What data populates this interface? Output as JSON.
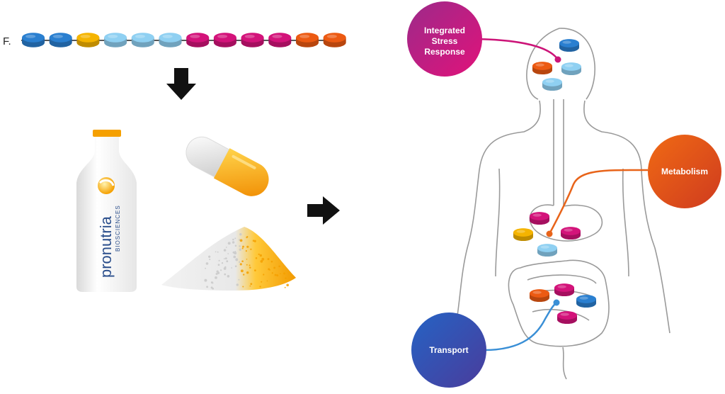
{
  "chain": {
    "label": "F.",
    "colors": [
      "#2a7fd0",
      "#2a7fd0",
      "#f5b400",
      "#8fd0f2",
      "#8fd0f2",
      "#8fd0f2",
      "#d3137a",
      "#d3137a",
      "#d3137a",
      "#d3137a",
      "#ec5a12",
      "#ec5a12"
    ]
  },
  "bottle": {
    "brand": "pronutria",
    "sub": "BIOSCIENCES"
  },
  "callouts": {
    "isr": {
      "line1": "Integrated",
      "line2": "Stress",
      "line3": "Response",
      "color": "#cc1478"
    },
    "metabolism": {
      "label": "Metabolism",
      "color": "#e4541b"
    },
    "transport": {
      "label": "Transport",
      "color": "#2f5ab0"
    }
  },
  "colors": {
    "blue": "#2a7fd0",
    "lightblue": "#8fd0f2",
    "yellow": "#f5b400",
    "magenta": "#d3137a",
    "orange": "#ec5a12",
    "outline": "#9a9a9a"
  }
}
